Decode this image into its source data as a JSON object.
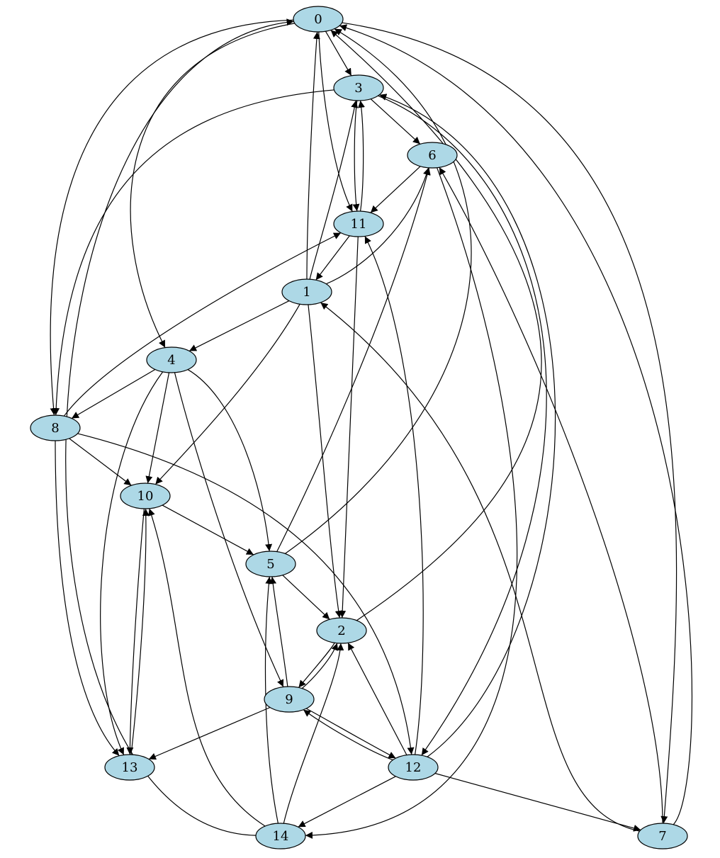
{
  "graph": {
    "type": "directed",
    "colors": {
      "node_fill": "#add8e6",
      "node_stroke": "#000000",
      "edge": "#000000",
      "background": "#ffffff"
    },
    "nodes": [
      "0",
      "1",
      "2",
      "3",
      "4",
      "5",
      "6",
      "7",
      "8",
      "9",
      "10",
      "11",
      "12",
      "13",
      "14"
    ],
    "edges": [
      {
        "from": "0",
        "to": "3"
      },
      {
        "from": "0",
        "to": "11"
      },
      {
        "from": "0",
        "to": "4"
      },
      {
        "from": "0",
        "to": "8"
      },
      {
        "from": "0",
        "to": "7"
      },
      {
        "from": "1",
        "to": "0"
      },
      {
        "from": "1",
        "to": "3"
      },
      {
        "from": "1",
        "to": "6"
      },
      {
        "from": "1",
        "to": "4"
      },
      {
        "from": "1",
        "to": "10"
      },
      {
        "from": "1",
        "to": "2"
      },
      {
        "from": "2",
        "to": "0"
      },
      {
        "from": "2",
        "to": "9"
      },
      {
        "from": "3",
        "to": "6"
      },
      {
        "from": "3",
        "to": "11"
      },
      {
        "from": "3",
        "to": "8"
      },
      {
        "from": "3",
        "to": "12"
      },
      {
        "from": "4",
        "to": "8"
      },
      {
        "from": "4",
        "to": "10"
      },
      {
        "from": "4",
        "to": "5"
      },
      {
        "from": "4",
        "to": "9"
      },
      {
        "from": "4",
        "to": "13"
      },
      {
        "from": "5",
        "to": "2"
      },
      {
        "from": "5",
        "to": "6"
      },
      {
        "from": "5",
        "to": "0"
      },
      {
        "from": "6",
        "to": "11"
      },
      {
        "from": "6",
        "to": "14"
      },
      {
        "from": "7",
        "to": "0"
      },
      {
        "from": "7",
        "to": "6"
      },
      {
        "from": "7",
        "to": "1"
      },
      {
        "from": "8",
        "to": "11"
      },
      {
        "from": "8",
        "to": "10"
      },
      {
        "from": "8",
        "to": "13"
      },
      {
        "from": "8",
        "to": "12"
      },
      {
        "from": "9",
        "to": "2"
      },
      {
        "from": "9",
        "to": "5"
      },
      {
        "from": "9",
        "to": "12"
      },
      {
        "from": "9",
        "to": "13"
      },
      {
        "from": "10",
        "to": "5"
      },
      {
        "from": "10",
        "to": "13"
      },
      {
        "from": "11",
        "to": "3"
      },
      {
        "from": "11",
        "to": "1"
      },
      {
        "from": "11",
        "to": "2"
      },
      {
        "from": "12",
        "to": "3"
      },
      {
        "from": "12",
        "to": "11"
      },
      {
        "from": "12",
        "to": "2"
      },
      {
        "from": "12",
        "to": "9"
      },
      {
        "from": "12",
        "to": "7"
      },
      {
        "from": "12",
        "to": "14"
      },
      {
        "from": "13",
        "to": "10"
      },
      {
        "from": "14",
        "to": "0"
      },
      {
        "from": "14",
        "to": "5"
      },
      {
        "from": "14",
        "to": "2"
      },
      {
        "from": "14",
        "to": "10"
      }
    ]
  }
}
